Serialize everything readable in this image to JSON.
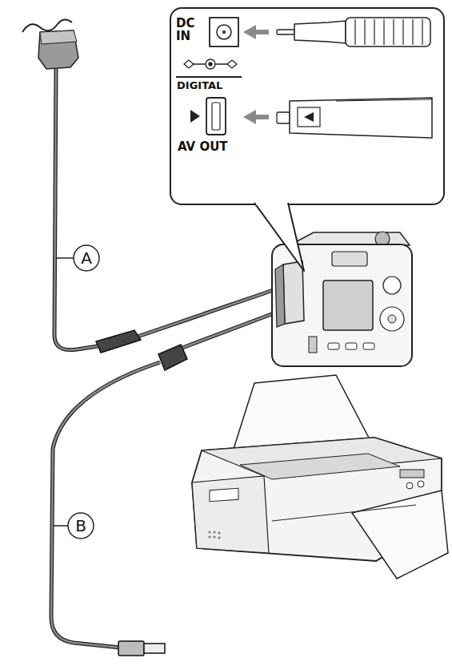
{
  "diagram": {
    "labels": [
      "DC IN",
      "DIGITAL",
      "AV OUT",
      "A",
      "B"
    ]
  }
}
